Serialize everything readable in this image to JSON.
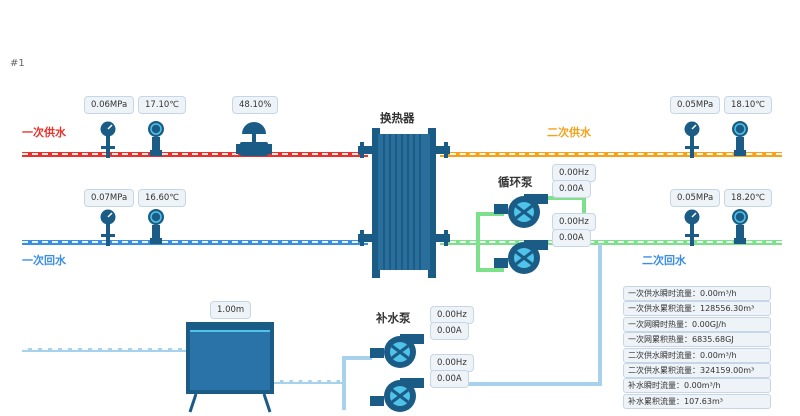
{
  "page_id": "#1",
  "colors": {
    "primary_supply": "#e8322e",
    "primary_return": "#3a8ee6",
    "secondary_supply": "#f3a21b",
    "secondary_return": "#7de08a",
    "makeup": "#a8d2ec",
    "equipment": "#1b5c86"
  },
  "pipes": {
    "primary_supply_label": "一次供水",
    "primary_return_label": "一次回水",
    "secondary_supply_label": "二次供水",
    "secondary_return_label": "二次回水"
  },
  "heat_exchanger": {
    "label": "换热器"
  },
  "primary_supply": {
    "pressure": "0.06MPa",
    "temperature": "17.10℃",
    "valve_opening": "48.10%"
  },
  "primary_return": {
    "pressure": "0.07MPa",
    "temperature": "16.60℃"
  },
  "secondary_supply": {
    "pressure": "0.05MPa",
    "temperature": "18.10℃"
  },
  "secondary_return": {
    "pressure": "0.05MPa",
    "temperature": "18.20℃"
  },
  "circulation_pumps": {
    "label": "循环泵",
    "pump1": {
      "frequency": "0.00Hz",
      "current": "0.00A"
    },
    "pump2": {
      "frequency": "0.00Hz",
      "current": "0.00A"
    }
  },
  "makeup_pumps": {
    "label": "补水泵",
    "pump1": {
      "frequency": "0.00Hz",
      "current": "0.00A"
    },
    "pump2": {
      "frequency": "0.00Hz",
      "current": "0.00A"
    }
  },
  "water_tank": {
    "level": "1.00m"
  },
  "stats": [
    "一次供水瞬时流量：0.00m³/h",
    "一次供水累积流量：128556.30m³",
    "一次网瞬时热量：0.00GJ/h",
    "一次网累积热量：6835.68GJ",
    "二次供水瞬时流量：0.00m³/h",
    "二次供水累积流量：324159.00m³",
    "补水瞬时流量：0.00m³/h",
    "补水累积流量：107.63m³"
  ],
  "icons": {
    "pressure_gauge": "pressure-gauge-icon",
    "thermometer": "temperature-sensor-icon",
    "control_valve": "control-valve-icon",
    "pump": "pump-icon",
    "tank": "water-tank-icon",
    "exchanger": "plate-heat-exchanger-icon"
  }
}
